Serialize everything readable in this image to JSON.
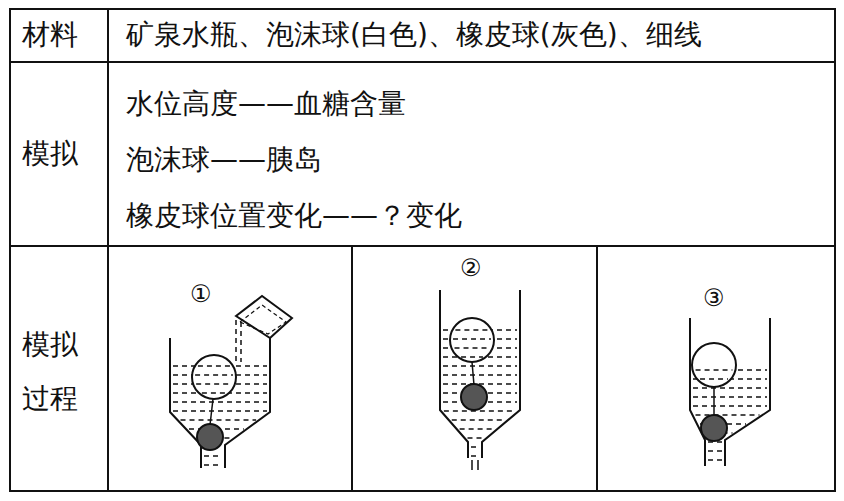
{
  "diagram": {
    "labels": [
      "材料",
      "矿泉水瓶、泡沫球(白色)、橡皮球(灰色)、细线",
      "模拟",
      "水位高度——血糖含量",
      "泡沫球——胰岛",
      "橡皮球位置变化——？变化",
      "模拟",
      "过程",
      "①",
      "②",
      "③"
    ]
  }
}
